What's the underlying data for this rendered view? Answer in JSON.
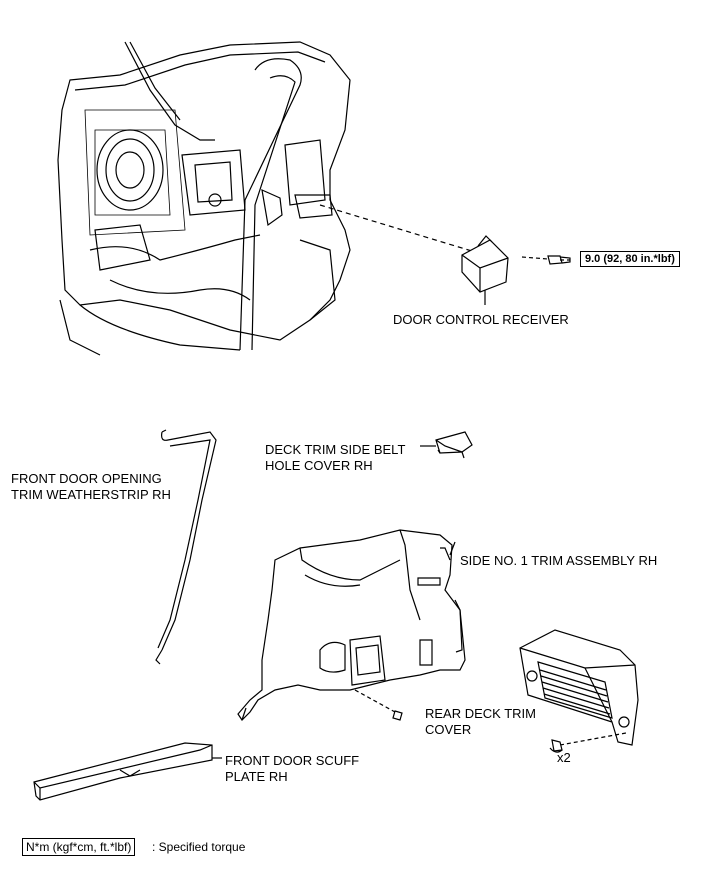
{
  "labels": {
    "door_control_receiver": "DOOR CONTROL RECEIVER",
    "torque_value": "9.0 (92, 80 in.*lbf)",
    "deck_trim_side_belt_hole_cover": "DECK TRIM SIDE BELT\nHOLE COVER RH",
    "front_door_opening_trim_weatherstrip": "FRONT DOOR OPENING\nTRIM WEATHERSTRIP RH",
    "side_no1_trim_assembly": "SIDE NO. 1 TRIM ASSEMBLY RH",
    "rear_deck_trim_cover": "REAR DECK TRIM\nCOVER",
    "clip_count": "x2",
    "front_door_scuff_plate": "FRONT DOOR SCUFF\nPLATE RH"
  },
  "legend": {
    "unit": "N*m (kgf*cm, ft.*lbf)",
    "description": ": Specified torque"
  }
}
